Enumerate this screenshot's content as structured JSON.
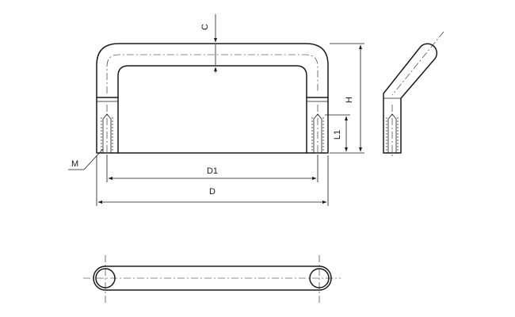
{
  "labels": {
    "c": "C",
    "h": "H",
    "l1": "L1",
    "m": "M",
    "d1": "D1",
    "d": "D"
  }
}
